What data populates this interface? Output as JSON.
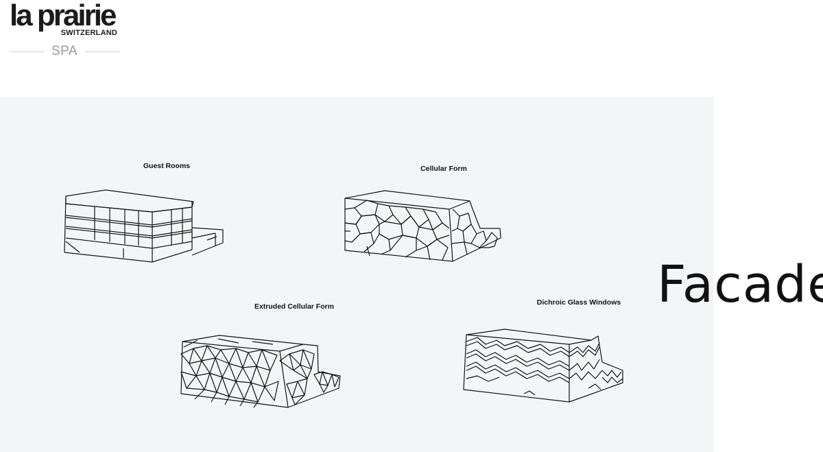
{
  "logo": {
    "wordmark": "la prairie",
    "subtitle": "SWITZERLAND",
    "spa": "SPA"
  },
  "page_title": "Facade",
  "diagrams": [
    {
      "label": "Guest Rooms"
    },
    {
      "label": "Cellular Form"
    },
    {
      "label": "Extruded Cellular Form"
    },
    {
      "label": "Dichroic Glass Windows"
    }
  ]
}
